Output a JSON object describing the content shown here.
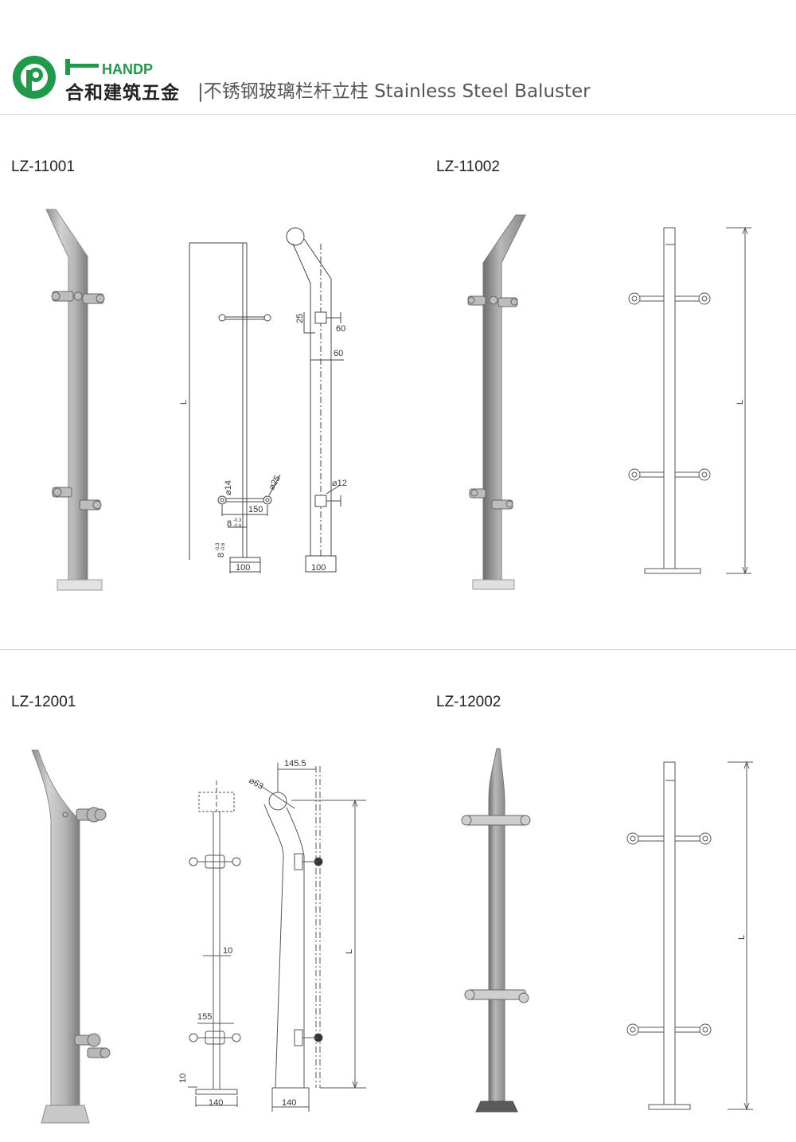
{
  "brand": {
    "logo_letters": "HANDP",
    "name_cn": "合和建筑五金",
    "separator": "|",
    "title_cn": "不锈钢玻璃栏杆立柱",
    "title_en": "Stainless Steel Baluster",
    "accent_color": "#1e9a4a"
  },
  "products": [
    {
      "code": "LZ-11001",
      "dims": {
        "L": "L",
        "pin": "⌀14",
        "washer": "⌀25",
        "clamp_spacing": "150",
        "plate_a": "8",
        "tol_a_top": "-0.3",
        "tol_a_bot": "-0.6",
        "plate_b": "8",
        "tol_b_top": "-0.3",
        "tol_b_bot": "-0.6",
        "base_front": "100",
        "side_25": "25",
        "side_60a": "60",
        "side_60b": "60",
        "hole": "⌀12",
        "base_side": "100"
      }
    },
    {
      "code": "LZ-11002",
      "dims": {
        "L": "L"
      }
    },
    {
      "code": "LZ-12001",
      "dims": {
        "tube": "⌀63",
        "offset": "145.5",
        "post_width": "10",
        "clamp_spacing": "155",
        "plate": "10",
        "base_front": "140",
        "base_side": "140",
        "L": "L"
      }
    },
    {
      "code": "LZ-12002",
      "dims": {
        "L": "L"
      }
    }
  ]
}
